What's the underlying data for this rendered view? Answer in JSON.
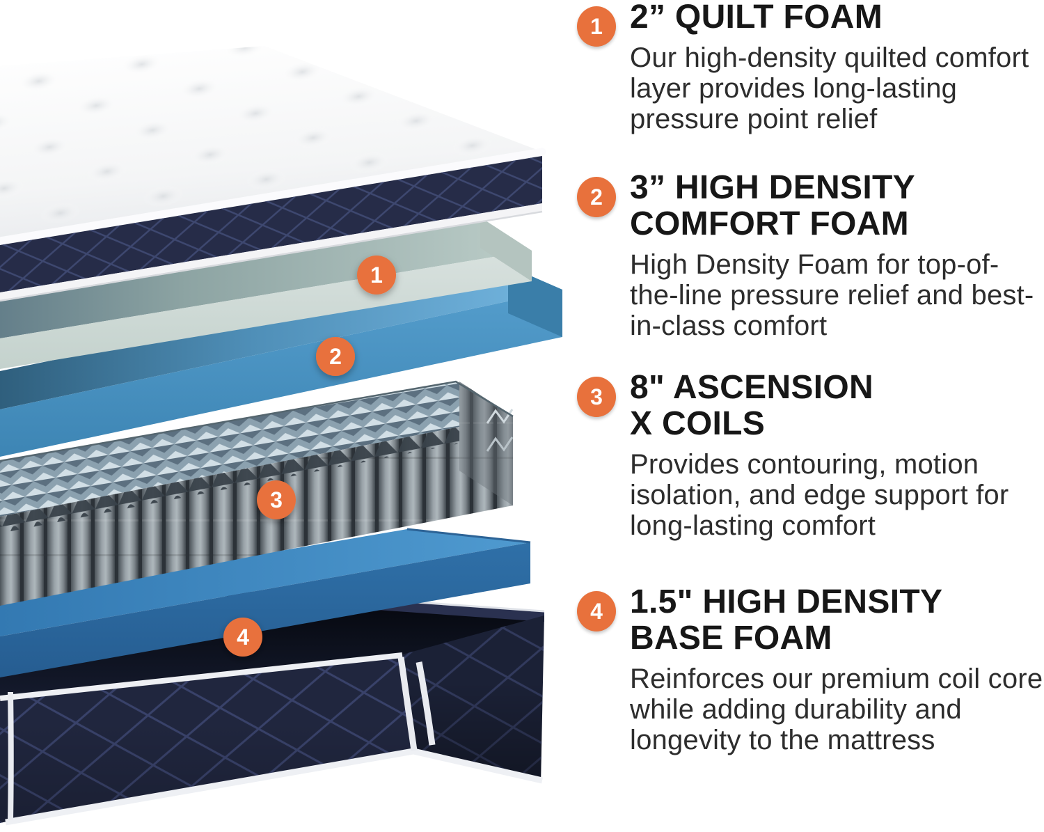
{
  "colors": {
    "background": "#ffffff",
    "badge": "#E8713C",
    "badge_text": "#ffffff",
    "heading_text": "#171717",
    "body_text": "#2d2d2d",
    "navy_quilt": "#262c48",
    "navy_base": "#20263e",
    "mint_foam": "#c9d7d3",
    "blue_comfort_foam": "#4e97c6",
    "coil_grey": "#8d969c",
    "blue_base_foam": "#3f88c2",
    "piping_white": "#f2f3f5"
  },
  "illustration": {
    "name": "mattress-exploded-view",
    "layers": [
      {
        "id": "quilted-top",
        "label": "Quilted white pillow top with navy diamond-stitched border"
      },
      {
        "id": "quilt-foam",
        "label": "2 inch quilt foam layer (mint)"
      },
      {
        "id": "comfort-foam",
        "label": "3 inch high density comfort foam layer (blue)"
      },
      {
        "id": "ascension-x-coils",
        "label": "8 inch Ascension X pocketed coil unit (grey)"
      },
      {
        "id": "base-foam",
        "label": "1.5 inch high density base foam layer (blue)"
      },
      {
        "id": "base-cover",
        "label": "Navy diamond-quilted base encasement with white piping"
      }
    ],
    "badges": [
      {
        "number": "1"
      },
      {
        "number": "2"
      },
      {
        "number": "3"
      },
      {
        "number": "4"
      }
    ]
  },
  "features": [
    {
      "number": "1",
      "title_lines": [
        "2” QUILT FOAM",
        ""
      ],
      "description": "Our high-density quilted comfort layer provides long-lasting pressure point relief"
    },
    {
      "number": "2",
      "title_lines": [
        "3” HIGH DENSITY",
        "COMFORT FOAM"
      ],
      "description": "High Density Foam for top-of-the-line pressure relief and best-in-class comfort"
    },
    {
      "number": "3",
      "title_lines": [
        "8\" ASCENSION",
        "X COILS"
      ],
      "description": "Provides contouring, motion isolation, and edge support for long-lasting comfort"
    },
    {
      "number": "4",
      "title_lines": [
        "1.5\" HIGH DENSITY",
        "BASE FOAM"
      ],
      "description": "Reinforces our premium coil core while adding durability and longevity to the mattress"
    }
  ]
}
